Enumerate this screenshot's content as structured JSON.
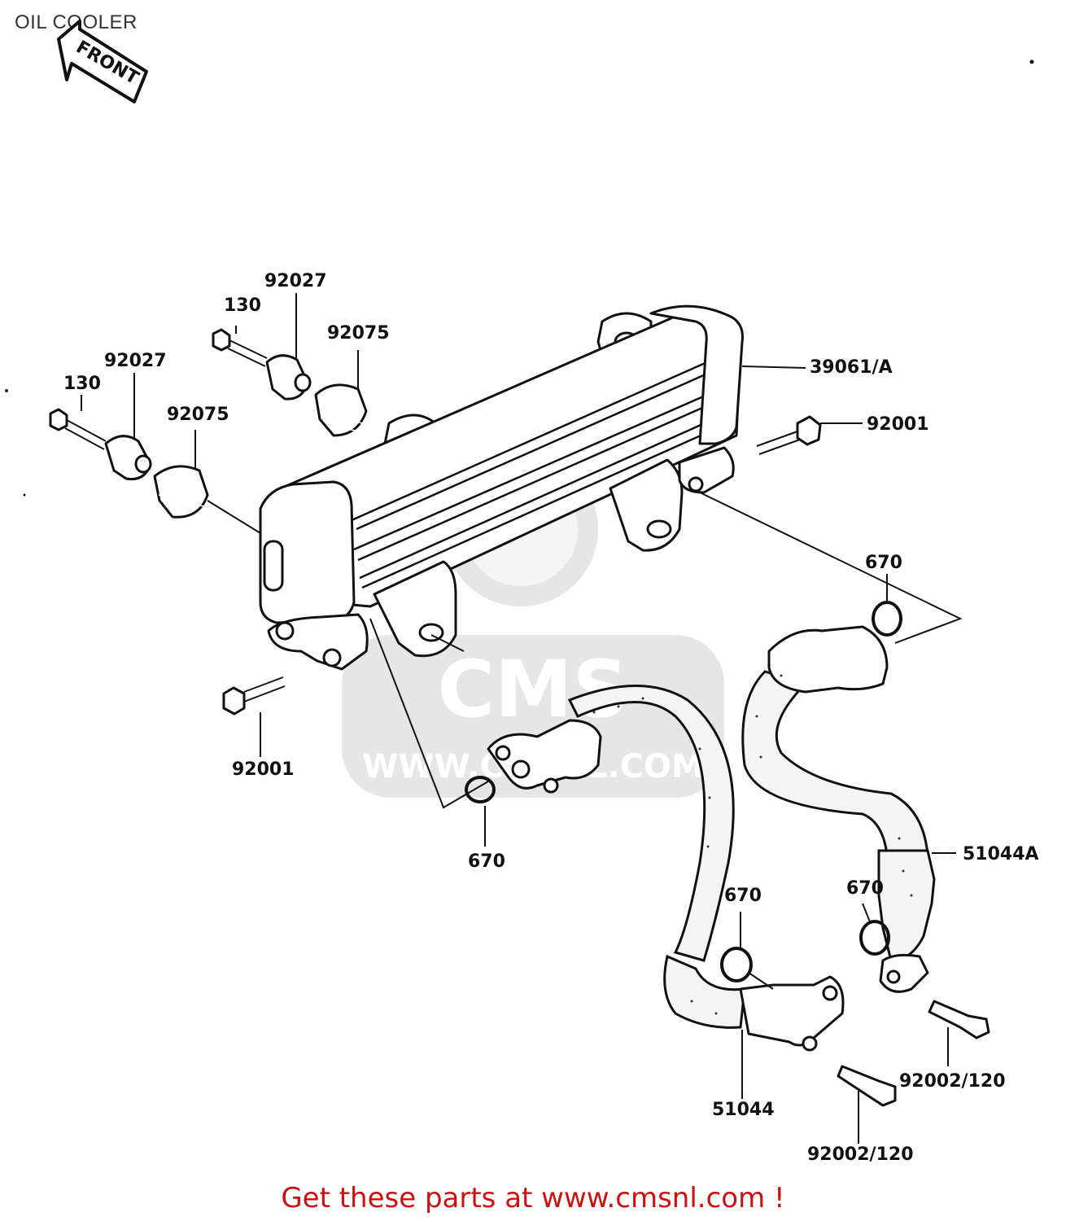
{
  "title": "OIL COOLER",
  "front_arrow": "FRONT",
  "watermark": {
    "logo": "CMS",
    "url": "WWW.CMSNL.COM"
  },
  "labels": {
    "p39061A": "39061/A",
    "p92001_right": "92001",
    "p92001_left": "92001",
    "p130_top": "130",
    "p130_left": "130",
    "p92027_top": "92027",
    "p92027_left": "92027",
    "p92075_top": "92075",
    "p92075_left": "92075",
    "p670_right": "670",
    "p670_left": "670",
    "p670_lower": "670",
    "p670_lower_right": "670",
    "p51044A": "51044A",
    "p51044": "51044",
    "p92002_120_right": "92002/120",
    "p92002_120_bottom": "92002/120"
  },
  "call_to_action": "Get these parts at www.cmsnl.com !"
}
